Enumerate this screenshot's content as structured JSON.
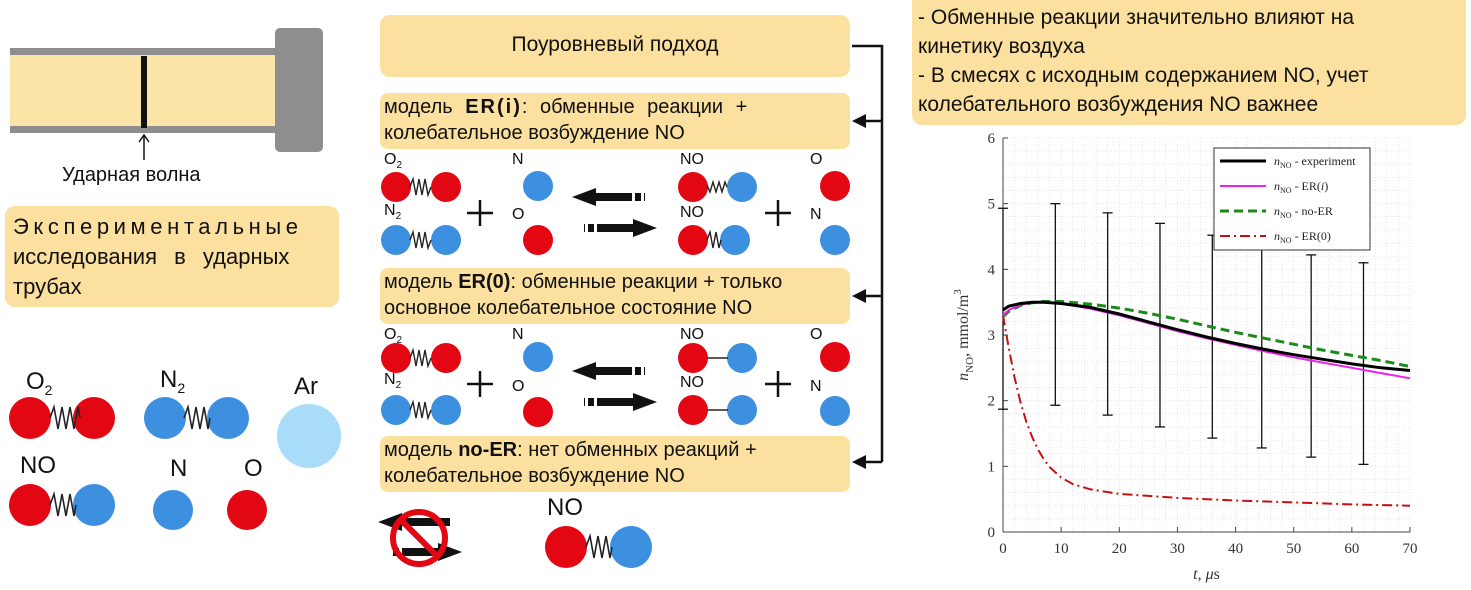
{
  "shock_tube": {
    "label": "Ударная волна"
  },
  "experiment_box": {
    "lines": [
      "Экспериментальные",
      "исследования в ударных",
      "трубах"
    ]
  },
  "species": {
    "o2": "O",
    "o2_sub": "2",
    "n2": "N",
    "n2_sub": "2",
    "ar": "Ar",
    "no": "NO",
    "n": "N",
    "o": "O"
  },
  "approach": {
    "title": "Поуровневый подход"
  },
  "models": {
    "er_i": {
      "prefix": "модель ",
      "name": "ER(i)",
      "rest": ": обменные реакции +",
      "line2": "колебательное возбуждение NO"
    },
    "er_0": {
      "prefix": "модель ",
      "name": "ER(0)",
      "rest": ": обменные реакции + только",
      "line2": "основное колебательное состояние NO"
    },
    "no_er": {
      "prefix": "модель ",
      "name": "no-ER",
      "rest": ": нет обменных реакций +",
      "line2": "колебательное возбуждение NO"
    }
  },
  "reaction_labels": {
    "o2": "O",
    "o2_sub": "2",
    "n2": "N",
    "n2_sub": "2",
    "n": "N",
    "o": "O",
    "no": "NO"
  },
  "bottom_no": "NO",
  "conclusions": {
    "lines": [
      "- Обменные реакции значительно влияют на",
      "кинетику воздуха",
      "- В смесях с исходным содержанием NO, учет",
      "колебательного возбуждения NO важнее"
    ]
  },
  "colors": {
    "red": "#e30613",
    "blue": "#3d8fe0",
    "light_blue": "#a8dcf8",
    "box": "#fbe0a0",
    "tube_fill": "#fbe4a8",
    "magenta": "#ee20ee",
    "green": "#1a8a1a",
    "darkred": "#c41010"
  },
  "chart_data": {
    "type": "line",
    "xlabel": "t, μs",
    "ylabel": "n_NO, mmol/m^3",
    "xlim": [
      0,
      70
    ],
    "ylim": [
      0,
      6
    ],
    "xticks": [
      0,
      10,
      20,
      30,
      40,
      50,
      60,
      70
    ],
    "yticks": [
      0,
      1,
      2,
      3,
      4,
      5,
      6
    ],
    "grid": true,
    "legend_position": "top-right",
    "series": [
      {
        "name": "n_NO - experiment",
        "color": "#000000",
        "dash": "solid",
        "x": [
          0,
          1,
          3,
          5,
          7,
          10,
          15,
          20,
          25,
          30,
          35,
          40,
          45,
          50,
          55,
          60,
          65,
          70
        ],
        "y": [
          3.38,
          3.44,
          3.48,
          3.5,
          3.5,
          3.48,
          3.42,
          3.32,
          3.2,
          3.08,
          2.97,
          2.87,
          2.78,
          2.7,
          2.63,
          2.56,
          2.5,
          2.46
        ]
      },
      {
        "name": "n_NO - ER(i)",
        "color": "#ee20ee",
        "dash": "solid",
        "x": [
          0,
          1,
          3,
          5,
          7,
          10,
          15,
          20,
          25,
          30,
          35,
          40,
          45,
          50,
          55,
          60,
          65,
          70
        ],
        "y": [
          3.3,
          3.38,
          3.46,
          3.49,
          3.5,
          3.48,
          3.4,
          3.3,
          3.18,
          3.06,
          2.95,
          2.85,
          2.75,
          2.66,
          2.58,
          2.5,
          2.42,
          2.34
        ]
      },
      {
        "name": "n_NO - no-ER",
        "color": "#1a8a1a",
        "dash": "dashed",
        "x": [
          0,
          1,
          3,
          5,
          7,
          10,
          15,
          20,
          25,
          30,
          35,
          40,
          45,
          50,
          55,
          60,
          65,
          70
        ],
        "y": [
          3.28,
          3.36,
          3.45,
          3.49,
          3.51,
          3.51,
          3.47,
          3.41,
          3.33,
          3.24,
          3.14,
          3.04,
          2.95,
          2.86,
          2.77,
          2.69,
          2.61,
          2.52
        ]
      },
      {
        "name": "n_NO - ER(0)",
        "color": "#c41010",
        "dash": "dashdot",
        "x": [
          0,
          1,
          2,
          3,
          4,
          5,
          6,
          7,
          8,
          10,
          12,
          15,
          20,
          25,
          30,
          40,
          50,
          60,
          70
        ],
        "y": [
          3.3,
          2.8,
          2.35,
          1.98,
          1.68,
          1.45,
          1.26,
          1.11,
          0.99,
          0.83,
          0.73,
          0.65,
          0.58,
          0.55,
          0.52,
          0.48,
          0.45,
          0.42,
          0.4
        ]
      }
    ],
    "error_bars": {
      "x": [
        0,
        9,
        18,
        27,
        36,
        44.5,
        53,
        62
      ],
      "y_low": [
        1.87,
        1.93,
        1.78,
        1.6,
        1.43,
        1.28,
        1.14,
        1.03
      ],
      "y_high": [
        4.93,
        5.0,
        4.86,
        4.7,
        4.52,
        4.3,
        4.22,
        4.1
      ]
    }
  }
}
